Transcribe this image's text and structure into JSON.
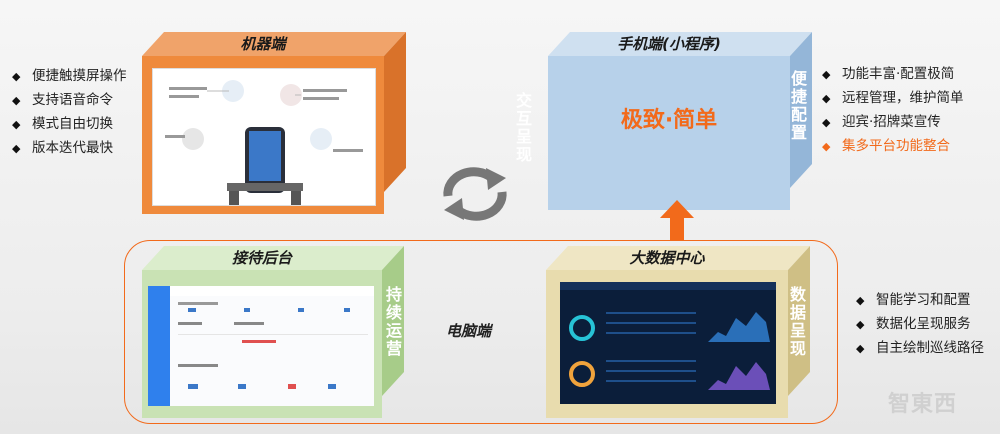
{
  "robot_box": {
    "title": "机器端",
    "side_label": "交互呈现",
    "features": [
      "便捷触摸屏操作",
      "支持语音命令",
      "模式自由切换",
      "版本迭代最快"
    ]
  },
  "mobile_box": {
    "title": "手机端(小程序)",
    "center_text": "极致·简单",
    "side_label": "便捷配置",
    "features": [
      "功能丰富·配置极简",
      "远程管理，维护简单",
      "迎宾·招牌菜宣传",
      "集多平台功能整合"
    ]
  },
  "backend_box": {
    "title": "接待后台",
    "side_label": "持续运营"
  },
  "bigdata_box": {
    "title": "大数据中心",
    "side_label": "数据呈现",
    "features": [
      "智能学习和配置",
      "数据化呈现服务",
      "自主绘制巡线路径"
    ]
  },
  "pc_group_label": "电脑端",
  "watermark": "智東西",
  "colors": {
    "orange": "#ef8a3c",
    "blue": "#b7d1ea",
    "green": "#c9e2b4",
    "yellow": "#e8dcae",
    "accent": "#f26a1b"
  }
}
